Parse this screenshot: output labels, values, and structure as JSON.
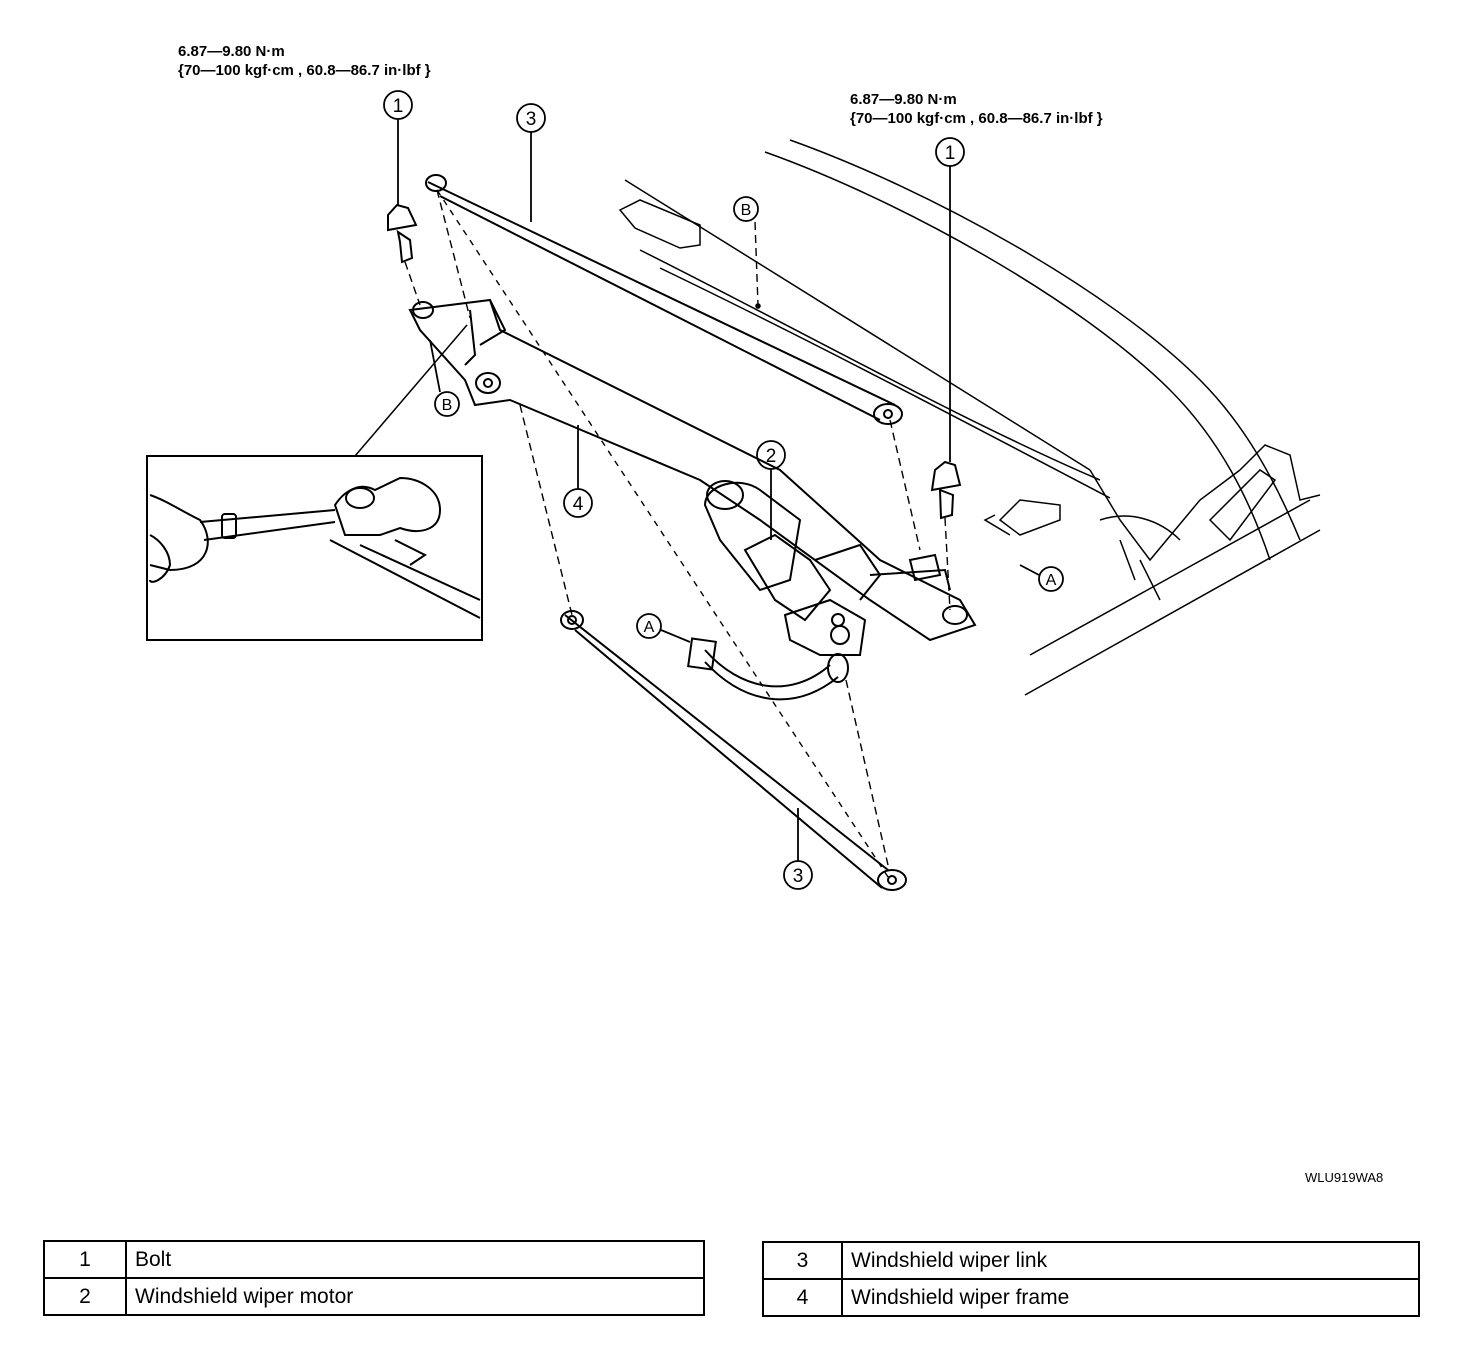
{
  "torque_labels": {
    "left": {
      "line1": "6.87—9.80 N·m",
      "line2": "{70—100 kgf·cm , 60.8—86.7 in·lbf }"
    },
    "right": {
      "line1": "6.87—9.80 N·m",
      "line2": "{70—100 kgf·cm , 60.8—86.7 in·lbf }"
    }
  },
  "callouts": {
    "bolt": "1",
    "motor": "2",
    "link": "3",
    "frame": "4",
    "connector_a": "A",
    "connector_b": "B"
  },
  "figure_code": "WLU919WA8",
  "legend": [
    {
      "num": "1",
      "label": "Bolt"
    },
    {
      "num": "2",
      "label": "Windshield wiper motor"
    },
    {
      "num": "3",
      "label": "Windshield wiper link"
    },
    {
      "num": "4",
      "label": "Windshield wiper frame"
    }
  ]
}
